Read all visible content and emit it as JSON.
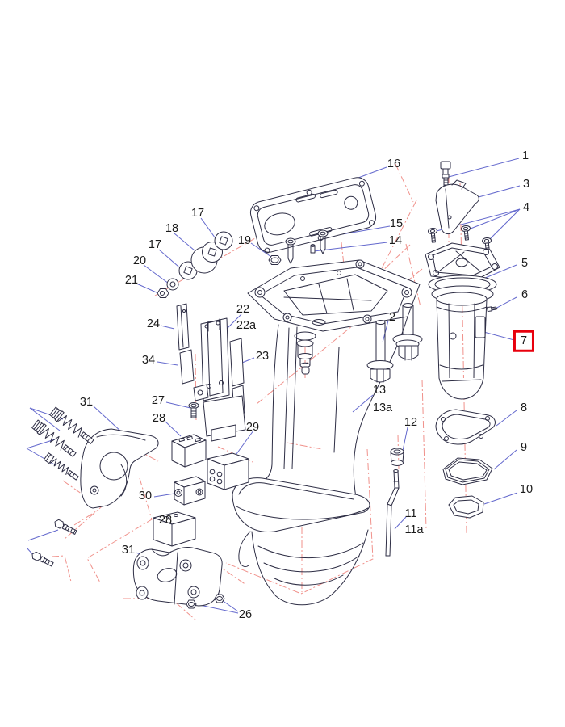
{
  "diagram": {
    "type": "exploded-parts-diagram",
    "highlighted_part": "7",
    "colors": {
      "leader_line": "#6469cd",
      "axis_line": "#f0918b",
      "artwork_line": "#2d2d44",
      "highlight_box": "#e8000d",
      "label_text": "#1b1b1b",
      "background": "#ffffff"
    }
  },
  "labels": [
    {
      "text": "1"
    },
    {
      "text": "3"
    },
    {
      "text": "4"
    },
    {
      "text": "16"
    },
    {
      "text": "15"
    },
    {
      "text": "14"
    },
    {
      "text": "17"
    },
    {
      "text": "18"
    },
    {
      "text": "17"
    },
    {
      "text": "19"
    },
    {
      "text": "20"
    },
    {
      "text": "21"
    },
    {
      "text": "24"
    },
    {
      "text": "22"
    },
    {
      "text": "22a"
    },
    {
      "text": "34"
    },
    {
      "text": "23"
    },
    {
      "text": "5"
    },
    {
      "text": "6"
    },
    {
      "text": "7",
      "highlighted": true
    },
    {
      "text": "2"
    },
    {
      "text": "31"
    },
    {
      "text": "27"
    },
    {
      "text": "28"
    },
    {
      "text": "29"
    },
    {
      "text": "13"
    },
    {
      "text": "13a"
    },
    {
      "text": "12"
    },
    {
      "text": "8"
    },
    {
      "text": "9"
    },
    {
      "text": "10"
    },
    {
      "text": "30"
    },
    {
      "text": "28"
    },
    {
      "text": "11"
    },
    {
      "text": "11a"
    },
    {
      "text": "31"
    },
    {
      "text": "26"
    }
  ]
}
